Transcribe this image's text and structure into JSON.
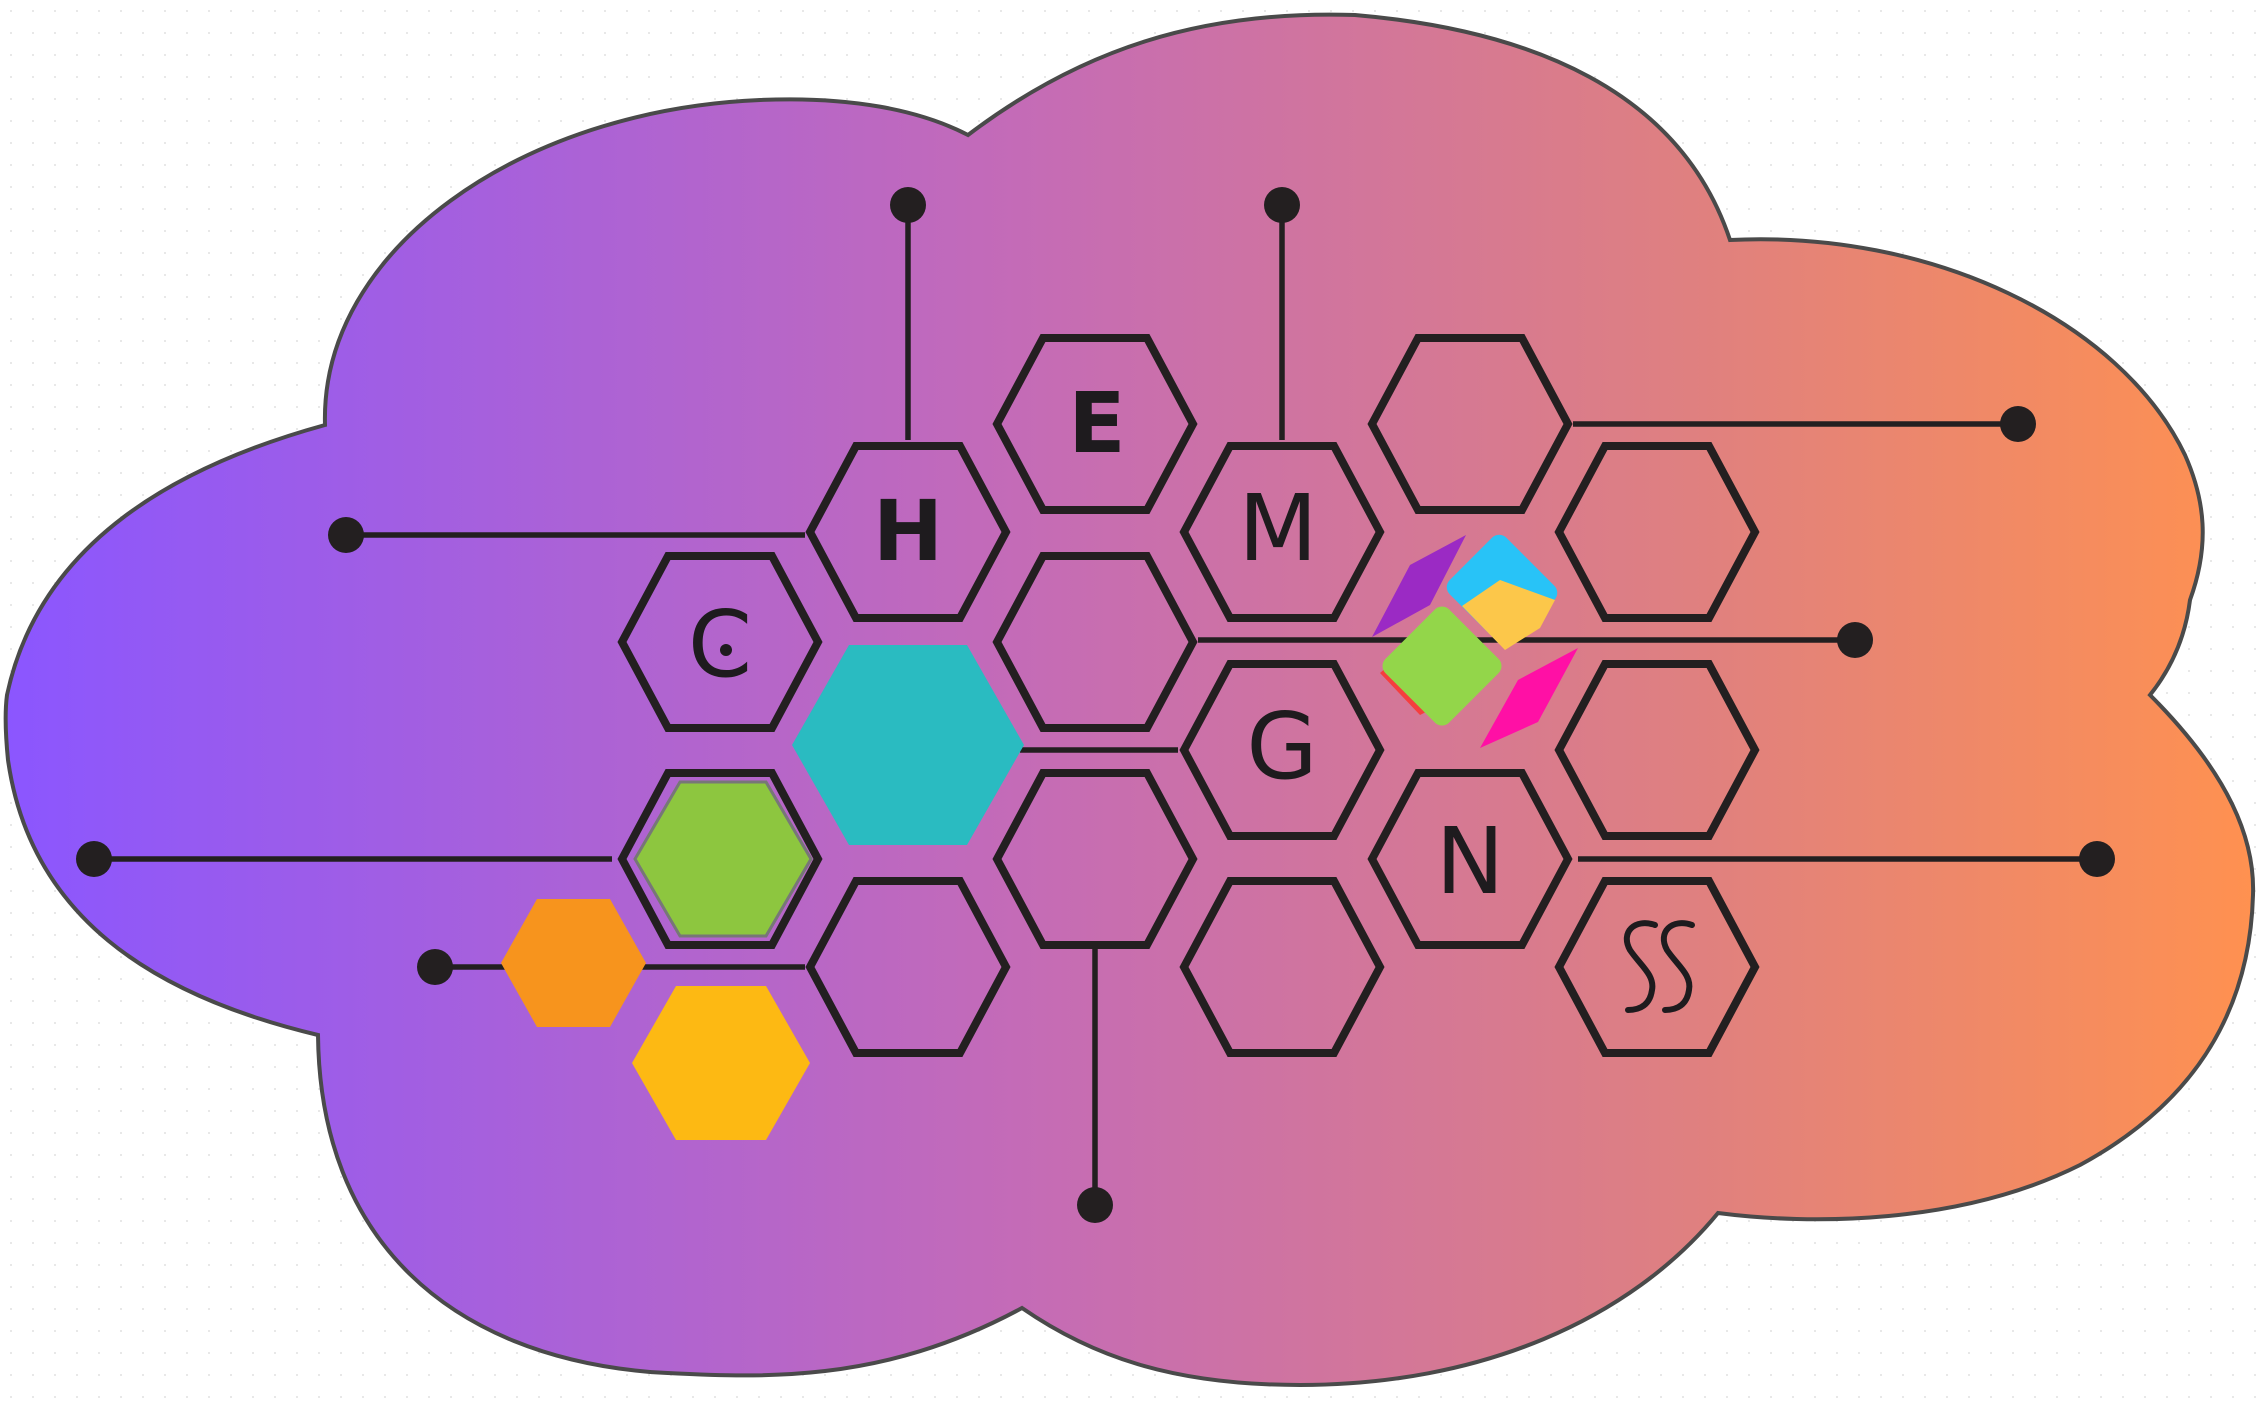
{
  "logo": {
    "letters": {
      "h": "H",
      "e": "E",
      "c": "C",
      "m": "M",
      "g": "G",
      "n": "N"
    },
    "colors": {
      "gradient_left": "#8b56ff",
      "gradient_mid": "#c370b0",
      "gradient_right": "#ff9150",
      "outline": "#231f20",
      "teal": "#2abbc1",
      "green": "#8dc63f",
      "orange": "#f7941d",
      "yellow": "#fdb913"
    },
    "icons": {
      "cloud": "cloud-shape",
      "ss": "ss-glyph",
      "pinwheel": "colorful-pinwheel-icon"
    }
  }
}
